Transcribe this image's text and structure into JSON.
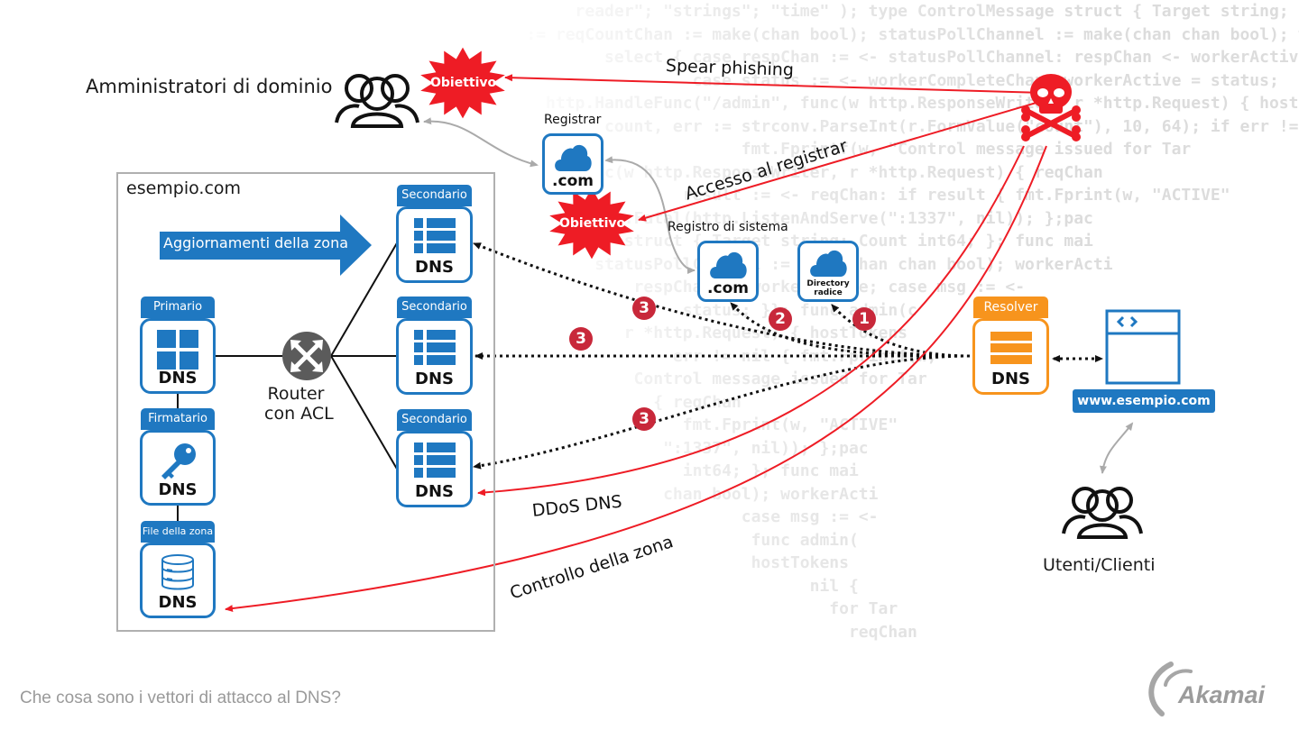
{
  "background_code": [
    "         reader\"; \"strings\"; \"time\" ); type ControlMessage struct { Target string; Cou",
    "    := reqCountChan := make(chan bool); statusPollChannel := make(chan chan bool); w",
    "            select { case respChan := <- statusPollChannel: respChan <- workerActive; case",
    "                     case status := <- workerCompleteChan: workerActive = status;",
    "      http.HandleFunc(\"/admin\", func(w http.ResponseWriter, r *http.Request) { hostTok",
    "            count, err := strconv.ParseInt(r.FormValue(\"count\"), 10, 64); if err != nil { fmt.Fprintf(w,",
    "                          fmt.Fprintf(w, \"Control message issued for Tar",
    "         func(w http.ResponseWriter, r *http.Request) { reqChan",
    "                    result := <- reqChan: if result { fmt.Fprint(w, \"ACTIVE\"",
    "           log.Fatal(http.ListenAndServe(\":1337\", nil)); };pac",
    "              struct { Target string; Count int64; }; func mai",
    "           statusPollChannel := make(chan chan bool); workerActi",
    "               respChan <- workerActive; case msg := <-",
    "                    status; }}; func admin(c",
    "              r *http.Request) { hostTokens",
    "                   err != nil { fmt.Fprintf(w,",
    "               Control message issued for Tar",
    "                 { reqChan",
    "                    fmt.Fprint(w, \"ACTIVE\"",
    "                  \":1337\", nil)); };pac",
    "                    int64; }; func mai",
    "                  chan bool); workerActi",
    "                          case msg := <-",
    "                           func admin(",
    "                           hostTokens",
    "                                 nil {",
    "                                   for Tar",
    "                                     reqChan"
  ],
  "admins": {
    "label": "Amministratori di dominio",
    "icon": "users-icon"
  },
  "target_label": "Obiettivo",
  "attacker": {
    "icon": "skull-crossbones-icon",
    "color": "#ee1c25"
  },
  "attacks": {
    "spear_phishing": "Spear phishing",
    "registrar_access": "Accesso al registrar",
    "ddos": "DDoS DNS",
    "zone_control": "Controllo della zona"
  },
  "registrar": {
    "label": "Registrar",
    "tld": ".com"
  },
  "registry": {
    "label": "Registro di sistema",
    "tld": ".com",
    "root_line1": "Directory",
    "root_line2": "radice"
  },
  "zone": {
    "title": "esempio.com",
    "updates_label": "Aggiornamenti della zona",
    "primary": {
      "badge": "Primario",
      "text": "DNS"
    },
    "signer": {
      "badge": "Firmatario",
      "text": "DNS"
    },
    "zonefile": {
      "badge": "File della zona",
      "text": "DNS"
    },
    "secondaries": [
      {
        "badge": "Secondario",
        "text": "DNS"
      },
      {
        "badge": "Secondario",
        "text": "DNS"
      },
      {
        "badge": "Secondario",
        "text": "DNS"
      }
    ],
    "router_line1": "Router",
    "router_line2": "con ACL"
  },
  "resolver": {
    "badge": "Resolver",
    "text": "DNS"
  },
  "website": {
    "label": "www.esempio.com"
  },
  "users": {
    "label": "Utenti/Clienti"
  },
  "steps": [
    "1",
    "2",
    "3",
    "3",
    "3"
  ],
  "footer": {
    "title": "Che cosa sono i vettori di attacco al DNS?",
    "brand": "Akamai"
  },
  "colors": {
    "blue": "#1f78c1",
    "orange": "#f7941d",
    "red": "#ee1c25",
    "step_red": "#c8283a",
    "border_gray": "#b0b0b0"
  }
}
